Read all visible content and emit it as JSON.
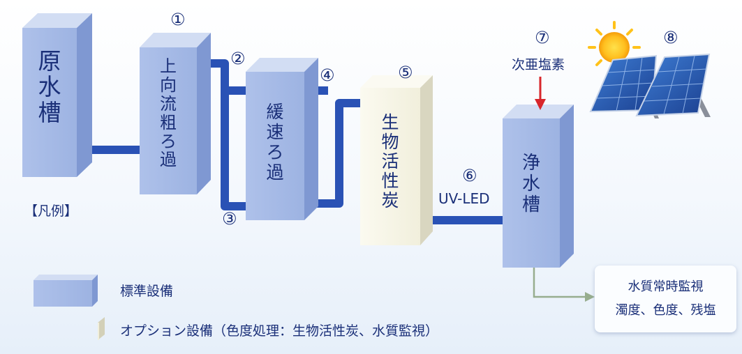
{
  "tanks": {
    "raw": [
      "原",
      "水",
      "槽"
    ],
    "upflow": [
      "上",
      "向",
      "流",
      "粗",
      "ろ",
      "過"
    ],
    "slow": [
      "緩",
      "速",
      "ろ",
      "過"
    ],
    "carbon": [
      "生",
      "物",
      "活",
      "性",
      "炭"
    ],
    "clean": [
      "浄",
      "水",
      "槽"
    ]
  },
  "markers": {
    "m1": "①",
    "m2": "②",
    "m3": "③",
    "m4": "④",
    "m5": "⑤",
    "m6": "⑥",
    "m7": "⑦",
    "m8": "⑧"
  },
  "labels": {
    "uv_led": "UV-LED",
    "chlorine": "次亜塩素"
  },
  "monitor": {
    "line1": "水質常時監視",
    "line2": "濁度、色度、残塩"
  },
  "legend": {
    "title": "【凡例】",
    "standard": "標準設備",
    "option": "オプション設備（色度処理：生物活性炭、水質監視）"
  },
  "colors": {
    "standard_box": "#a9bde6",
    "option_box": "#f5f3e4",
    "pipe": "#2a52b5",
    "arrow_red": "#d8262b",
    "arrow_green": "#97ad8e",
    "text": "#1a2f78"
  }
}
